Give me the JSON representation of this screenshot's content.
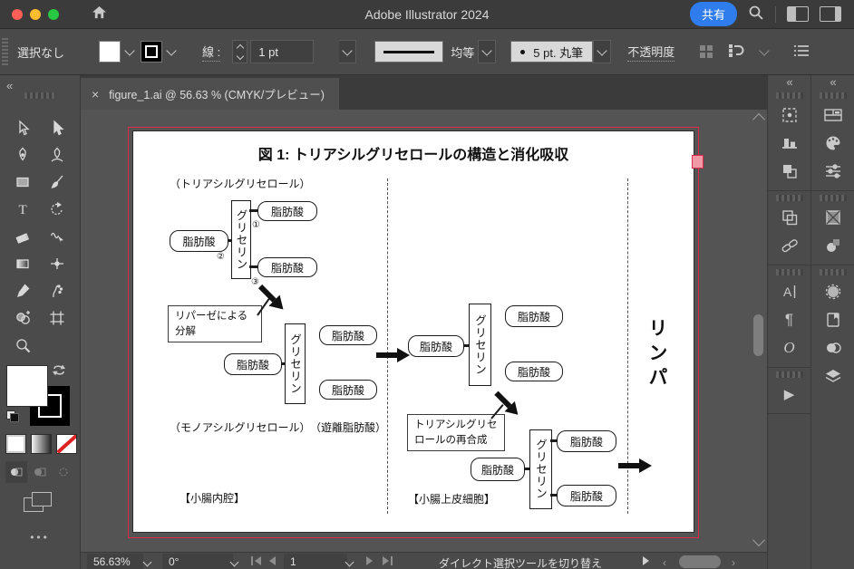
{
  "app": {
    "title": "Adobe Illustrator 2024",
    "share_button": "共有"
  },
  "controlbar": {
    "selection_status": "選択なし",
    "stroke_label": "線 :",
    "stroke_width": "1 pt",
    "profile_label": "均等",
    "brush_label": "5 pt. 丸筆",
    "opacity_label": "不透明度"
  },
  "tab": {
    "close_glyph": "×",
    "title": "figure_1.ai @ 56.63 % (CMYK/プレビュー)"
  },
  "statusbar": {
    "zoom_level": "56.63%",
    "rotation": "0°",
    "artboard_number": "1",
    "tool_hint": "ダイレクト選択ツールを切り替え"
  },
  "toolbar": {
    "collapse_glyph": "«",
    "more_glyph": "•••",
    "tools": [
      "selection",
      "direct-selection",
      "pen",
      "curvature",
      "rectangle",
      "paintbrush",
      "type",
      "rotate",
      "eraser",
      "shaper",
      "gradient",
      "width",
      "eyedropper",
      "symbol-sprayer",
      "shape-builder",
      "artboard",
      "zoom"
    ]
  },
  "panels": {
    "collapse_glyph": "«",
    "column1": [
      "transform",
      "align",
      "pathfinder",
      "arrange",
      "links",
      "character",
      "paragraph",
      "opentype",
      "actions"
    ],
    "column2": [
      "color",
      "swatches",
      "color-guide",
      "gradient",
      "appearance",
      "brushes",
      "libraries",
      "transparency",
      "layers"
    ],
    "character_glyph": "A",
    "paragraph_glyph": "¶",
    "opentype_glyph": "O",
    "actions_glyph": "▶"
  },
  "diagram": {
    "title": "図 1: トリアシルグリセロールの構造と消化吸収",
    "tag_label": "（トリアシルグリセロール）",
    "mono_label": "（モノアシルグリセロール）",
    "free_fa_label": "（遊離脂肪酸）",
    "lumen_label": "【小腸内腔】",
    "epithelium_label": "【小腸上皮細胞】",
    "lymph_label": "リンパ",
    "glycerol_label": "グリセリン",
    "fatty_acid_label": "脂肪酸",
    "lipase_line1": "リパーゼによる",
    "lipase_line2": "分解",
    "resynthesis_line1": "トリアシルグリセ",
    "resynthesis_line2": "ロールの再合成",
    "circled_numbers": [
      "①",
      "②",
      "③"
    ]
  },
  "colors": {
    "accent_blue": "#2f7ded",
    "artboard_guide_red": "#df2a4b",
    "traffic_red": "#ff5f57",
    "traffic_yellow": "#febc2e",
    "traffic_green": "#28c840",
    "none_slash_red": "#dd2222"
  }
}
